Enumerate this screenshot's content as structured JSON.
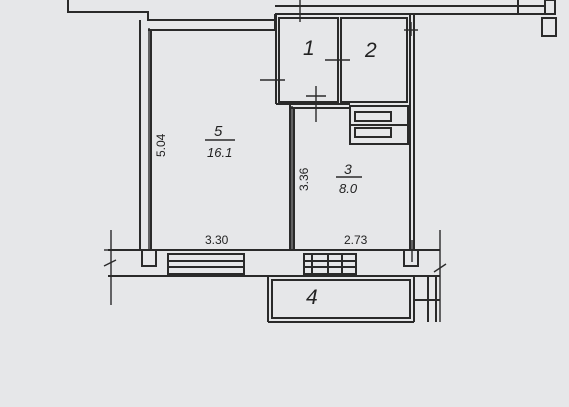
{
  "plan": {
    "ink_color": "#2a2a2a",
    "paper_color": "#e6e7e9",
    "rooms": [
      {
        "id": "room-1",
        "number": "1",
        "area": ""
      },
      {
        "id": "room-2",
        "number": "2",
        "area": ""
      },
      {
        "id": "room-3",
        "number": "3",
        "area": "8.0"
      },
      {
        "id": "room-4",
        "number": "4",
        "area": ""
      },
      {
        "id": "room-5",
        "number": "5",
        "area": "16.1"
      }
    ],
    "dimensions": {
      "room5_height": "5.04",
      "room3_height": "3.36",
      "room5_width": "3.30",
      "room3_width": "2.73"
    }
  }
}
